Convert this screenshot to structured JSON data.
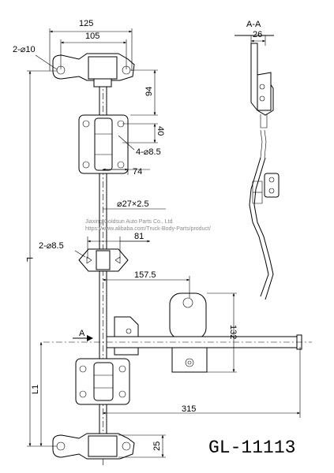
{
  "drawing": {
    "product_code": "GL-11113",
    "section_label": "A-A",
    "section_marker": "A",
    "watermark": {
      "line1": "Jiaxing Goldsun Auto Parts Co., Ltd",
      "line2": "https://www.alibaba.com/Truck-Body-Parts/product/"
    },
    "dimensions": {
      "overall_width": "125",
      "inner_width": "105",
      "top_holes": "2-⌀10",
      "bracket_height": "94",
      "plate_height": "40",
      "plate_holes": "4-⌀8.5",
      "plate_offset": "74",
      "tube": "⌀27×2.5",
      "guide_width": "81",
      "guide_holes": "2-⌀8.5",
      "handle_offset": "157.5",
      "handle_height": "132",
      "handle_length": "315",
      "bottom_height": "25",
      "section_width": "26",
      "length_L": "L",
      "length_L1": "L1"
    }
  }
}
